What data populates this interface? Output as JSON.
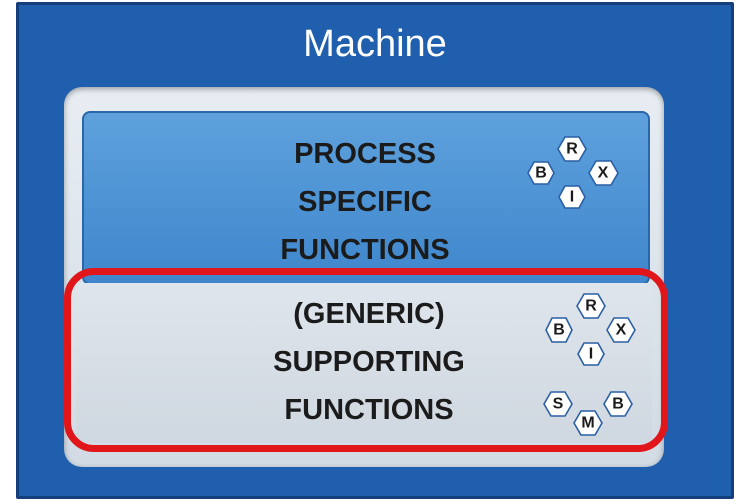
{
  "machine": {
    "title": "Machine"
  },
  "process_block": {
    "lines": [
      "PROCESS",
      "SPECIFIC",
      "FUNCTIONS"
    ]
  },
  "supporting_block": {
    "lines": [
      "(GENERIC)",
      "SUPPORTING",
      "FUNCTIONS"
    ]
  },
  "process_hexes": [
    "B",
    "R",
    "I",
    "X"
  ],
  "supporting_hexes_top": [
    "B",
    "R",
    "I",
    "X"
  ],
  "supporting_hexes_bottom": [
    "S",
    "M",
    "B"
  ],
  "colors": {
    "machine_bg": "#1f5fae",
    "process_bg": "#4a8fd4",
    "highlight": "#e0161b"
  }
}
